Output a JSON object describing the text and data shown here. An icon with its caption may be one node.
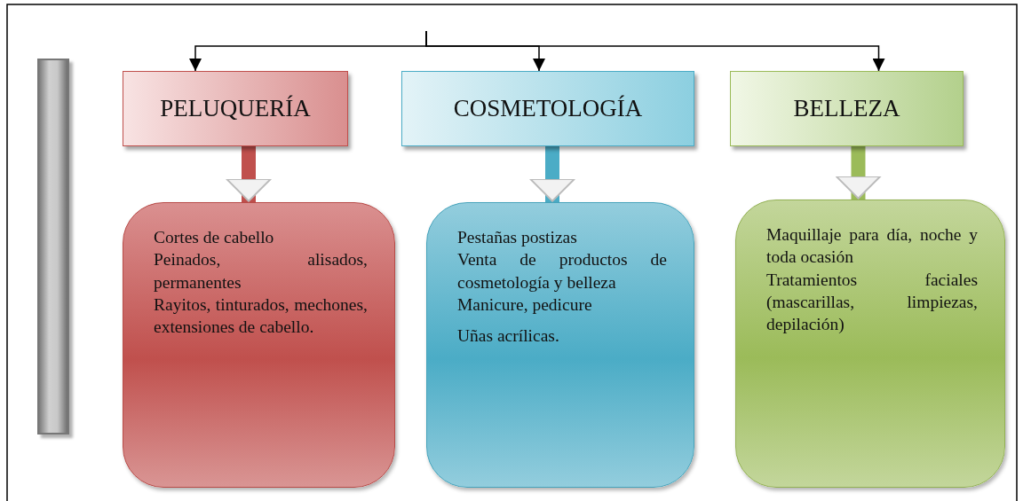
{
  "diagram": {
    "nodes": [
      {
        "text": [],
        "shape": "bar"
      },
      {
        "text": [
          "PELUQUERÍA"
        ]
      },
      {
        "text": [
          "COSMETOLOGÍA"
        ]
      },
      {
        "text": [
          "BELLEZA"
        ]
      },
      {
        "text": [
          "Cortes de cabello",
          "Peinados, alisados, permanentes",
          "Rayitos, tinturados, mechones, extensiones de cabello."
        ]
      },
      {
        "text": [
          "Pestañas postizas",
          "Venta de productos de cosmetología y belleza",
          "Manicure, pedicure",
          "Uñas acrílicas."
        ]
      },
      {
        "text": [
          "Maquillaje para día, noche y toda ocasión",
          "Tratamientos faciales (mascarillas, limpiezas, depilación)"
        ]
      }
    ],
    "edges": [
      {
        "from": null,
        "to": 1,
        "arrow": "to"
      },
      {
        "from": null,
        "to": 2,
        "arrow": "to"
      },
      {
        "from": null,
        "to": 3,
        "arrow": "to"
      },
      {
        "from": 1,
        "to": 4,
        "arrow": "to",
        "style": "thick",
        "color": "#c0504d"
      },
      {
        "from": 2,
        "to": 5,
        "arrow": "to",
        "style": "thick",
        "color": "#4bacc6"
      },
      {
        "from": 3,
        "to": 6,
        "arrow": "to",
        "style": "thick",
        "color": "#9bbb59"
      }
    ]
  }
}
